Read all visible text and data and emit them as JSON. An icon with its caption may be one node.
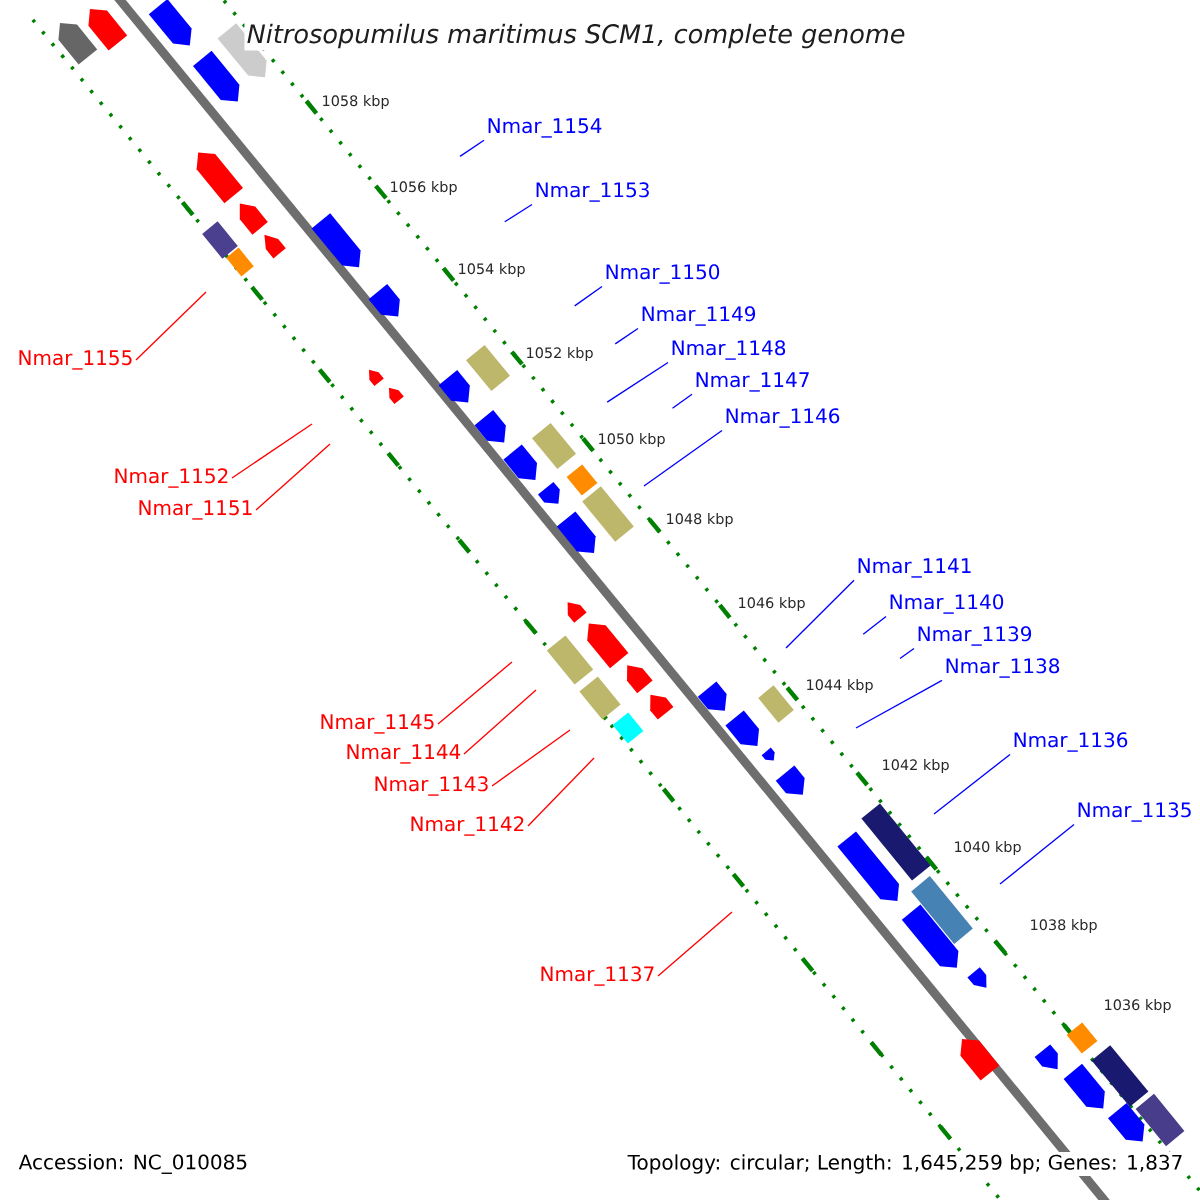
{
  "diagram": {
    "title": "Nitrosopumilus maritimus SCM1, complete genome",
    "nodes": [
      {
        "text": [
          "Nmar_1154"
        ]
      },
      {
        "text": [
          "Nmar_1153"
        ]
      },
      {
        "text": [
          "Nmar_1150"
        ]
      },
      {
        "text": [
          "Nmar_1149"
        ]
      },
      {
        "text": [
          "Nmar_1148"
        ]
      },
      {
        "text": [
          "Nmar_1155"
        ]
      },
      {
        "text": [
          "Nmar_1147"
        ]
      },
      {
        "text": [
          "Nmar_1146"
        ]
      },
      {
        "text": [
          "Nmar_1152"
        ]
      },
      {
        "text": [
          "Nmar_1151"
        ]
      },
      {
        "text": [
          "Nmar_1141"
        ]
      },
      {
        "text": [
          "Nmar_1140"
        ]
      },
      {
        "text": [
          "Nmar_1139"
        ]
      },
      {
        "text": [
          "Nmar_1138"
        ]
      },
      {
        "text": [
          "Nmar_1145"
        ]
      },
      {
        "text": [
          "Nmar_1136"
        ]
      },
      {
        "text": [
          "Nmar_1144"
        ]
      },
      {
        "text": [
          "Nmar_1143"
        ]
      },
      {
        "text": [
          "Nmar_1135"
        ]
      },
      {
        "text": [
          "Nmar_1142"
        ]
      },
      {
        "text": [
          "Nmar_1137"
        ]
      }
    ],
    "edges": [
      {
        "from": 0,
        "to": null,
        "arrow": "none"
      },
      {
        "from": 1,
        "to": null,
        "arrow": "none"
      },
      {
        "from": 2,
        "to": null,
        "arrow": "none"
      },
      {
        "from": 3,
        "to": null,
        "arrow": "none"
      },
      {
        "from": 4,
        "to": null,
        "arrow": "none"
      },
      {
        "from": 5,
        "to": null,
        "arrow": "none",
        "color": "#ff0000"
      },
      {
        "from": 6,
        "to": null,
        "arrow": "none"
      },
      {
        "from": 7,
        "to": null,
        "arrow": "none"
      },
      {
        "from": 8,
        "to": null,
        "arrow": "none",
        "color": "#ff0000"
      },
      {
        "from": 9,
        "to": null,
        "arrow": "none",
        "color": "#ff0000"
      },
      {
        "from": 10,
        "to": null,
        "arrow": "none"
      },
      {
        "from": 11,
        "to": null,
        "arrow": "none"
      },
      {
        "from": 12,
        "to": null,
        "arrow": "none"
      },
      {
        "from": 13,
        "to": null,
        "arrow": "none"
      },
      {
        "from": 14,
        "to": null,
        "arrow": "none",
        "color": "#ff0000"
      },
      {
        "from": 15,
        "to": null,
        "arrow": "none"
      },
      {
        "from": 16,
        "to": null,
        "arrow": "none",
        "color": "#ff0000"
      },
      {
        "from": 17,
        "to": null,
        "arrow": "none",
        "color": "#ff0000"
      },
      {
        "from": 18,
        "to": null,
        "arrow": "none"
      },
      {
        "from": 19,
        "to": null,
        "arrow": "none",
        "color": "#ff0000"
      },
      {
        "from": 20,
        "to": null,
        "arrow": "none",
        "color": "#ff0000"
      }
    ],
    "labels": [
      "1058 kbp",
      "1056 kbp",
      "1054 kbp",
      "1052 kbp",
      "1050 kbp",
      "1048 kbp",
      "1046 kbp",
      "1044 kbp",
      "1042 kbp",
      "1040 kbp",
      "1038 kbp",
      "1036 kbp",
      "Accession: NC_010085",
      "Topology: circular; Length: 1,645,259 bp; Genes: 1,837"
    ]
  }
}
